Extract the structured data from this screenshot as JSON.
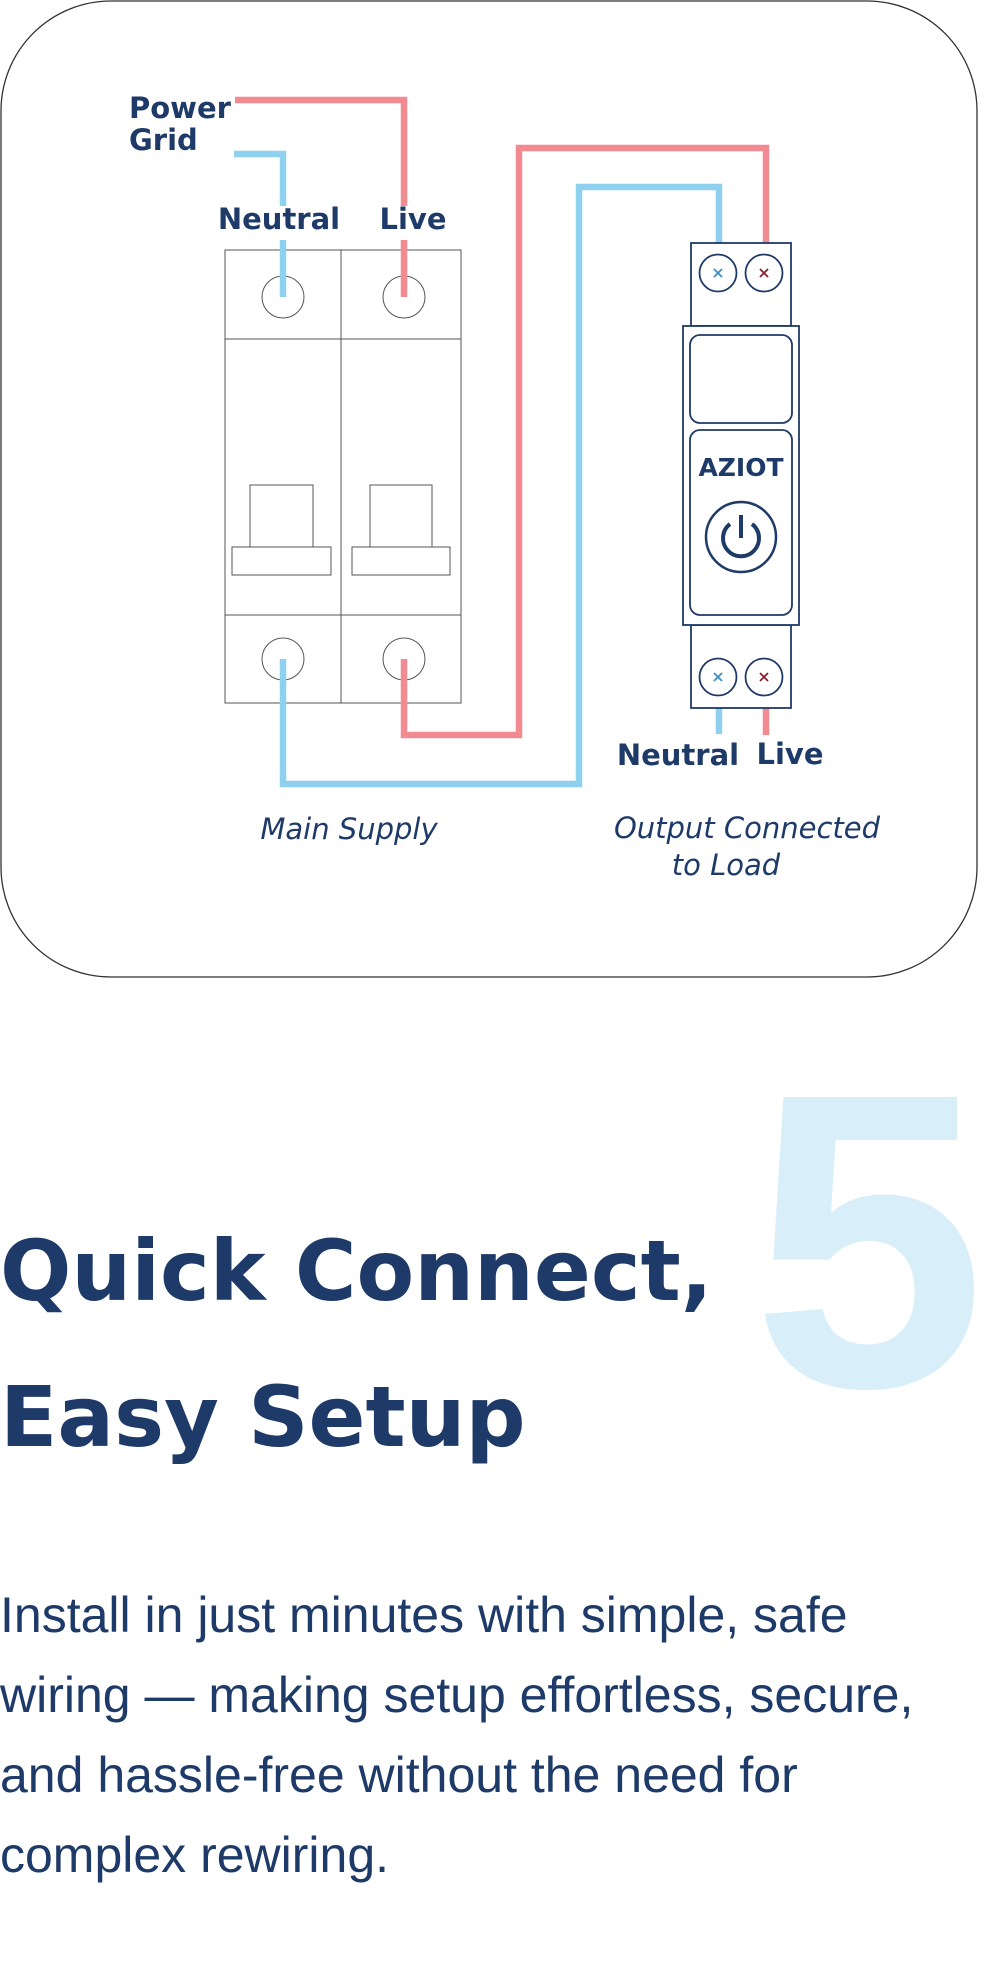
{
  "diagram": {
    "power_grid": [
      "Power",
      "Grid"
    ],
    "breaker_neutral": "Neutral",
    "breaker_live": "Live",
    "device_neutral": "Neutral",
    "device_live": "Live",
    "main_supply": "Main Supply",
    "output_line1": "Output Connected",
    "output_line2": "to Load",
    "device_logo": "AZIOT",
    "colors": {
      "live": "#f28b91",
      "neutral": "#8fd0ef",
      "ink": "#1e3a68"
    }
  },
  "step_number": "5",
  "heading": [
    "Quick Connect,",
    "Easy Setup"
  ],
  "description": "Install in just minutes with simple, safe wiring — making setup effortless, secure, and hassle-free without the need for complex rewiring."
}
